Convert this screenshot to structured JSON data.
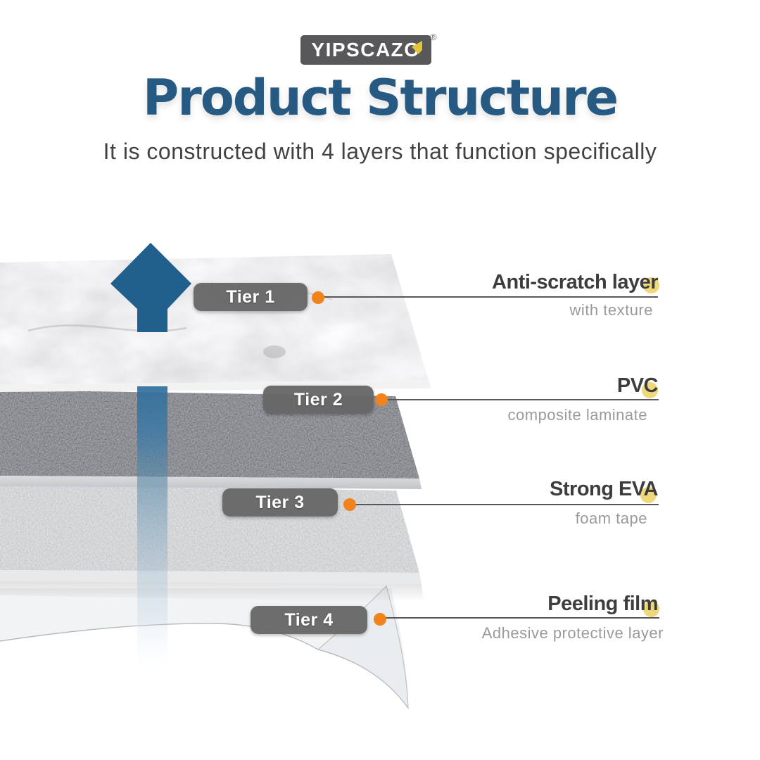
{
  "logo": {
    "brand": "YIPSCAZO",
    "registered": "®"
  },
  "header": {
    "title": "Product Structure",
    "subtitle": "It is constructed with 4 layers that function specifically"
  },
  "diagram": {
    "arrow_direction": "up",
    "layers": [
      {
        "tier": "Tier 1",
        "name": "Anti-scratch layer",
        "description": "with texture"
      },
      {
        "tier": "Tier 2",
        "name": "PVC",
        "description": "composite laminate"
      },
      {
        "tier": "Tier 3",
        "name": "Strong EVA",
        "description": "foam tape"
      },
      {
        "tier": "Tier 4",
        "name": "Peeling film",
        "description": "Adhesive protective layer"
      }
    ]
  },
  "colors": {
    "title_blue": "#265a82",
    "arrow_blue": "#21608c",
    "connector_orange": "#f0831c",
    "accent_yellow": "#eed87a",
    "pill_gray": "#676767",
    "logo_gray": "#58585a",
    "line_gray": "#58585a"
  }
}
